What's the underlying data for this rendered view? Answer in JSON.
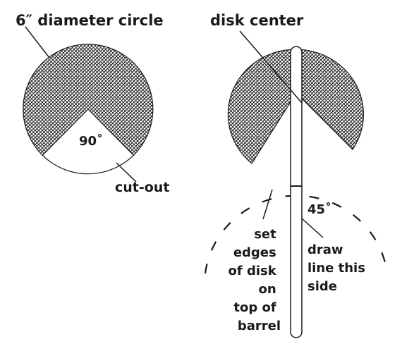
{
  "left_figure": {
    "title": "6″ diameter circle",
    "angle": "90˚",
    "cutout": "cut-out"
  },
  "right_figure": {
    "title": "disk center",
    "angle": "45˚",
    "left_note": [
      "set",
      "edges",
      "of disk",
      "on",
      "top of",
      "barrel"
    ],
    "right_note": [
      "draw",
      "line this",
      "side"
    ]
  },
  "colors": {
    "ink": "#1a1a1a",
    "paper": "#ffffff"
  }
}
